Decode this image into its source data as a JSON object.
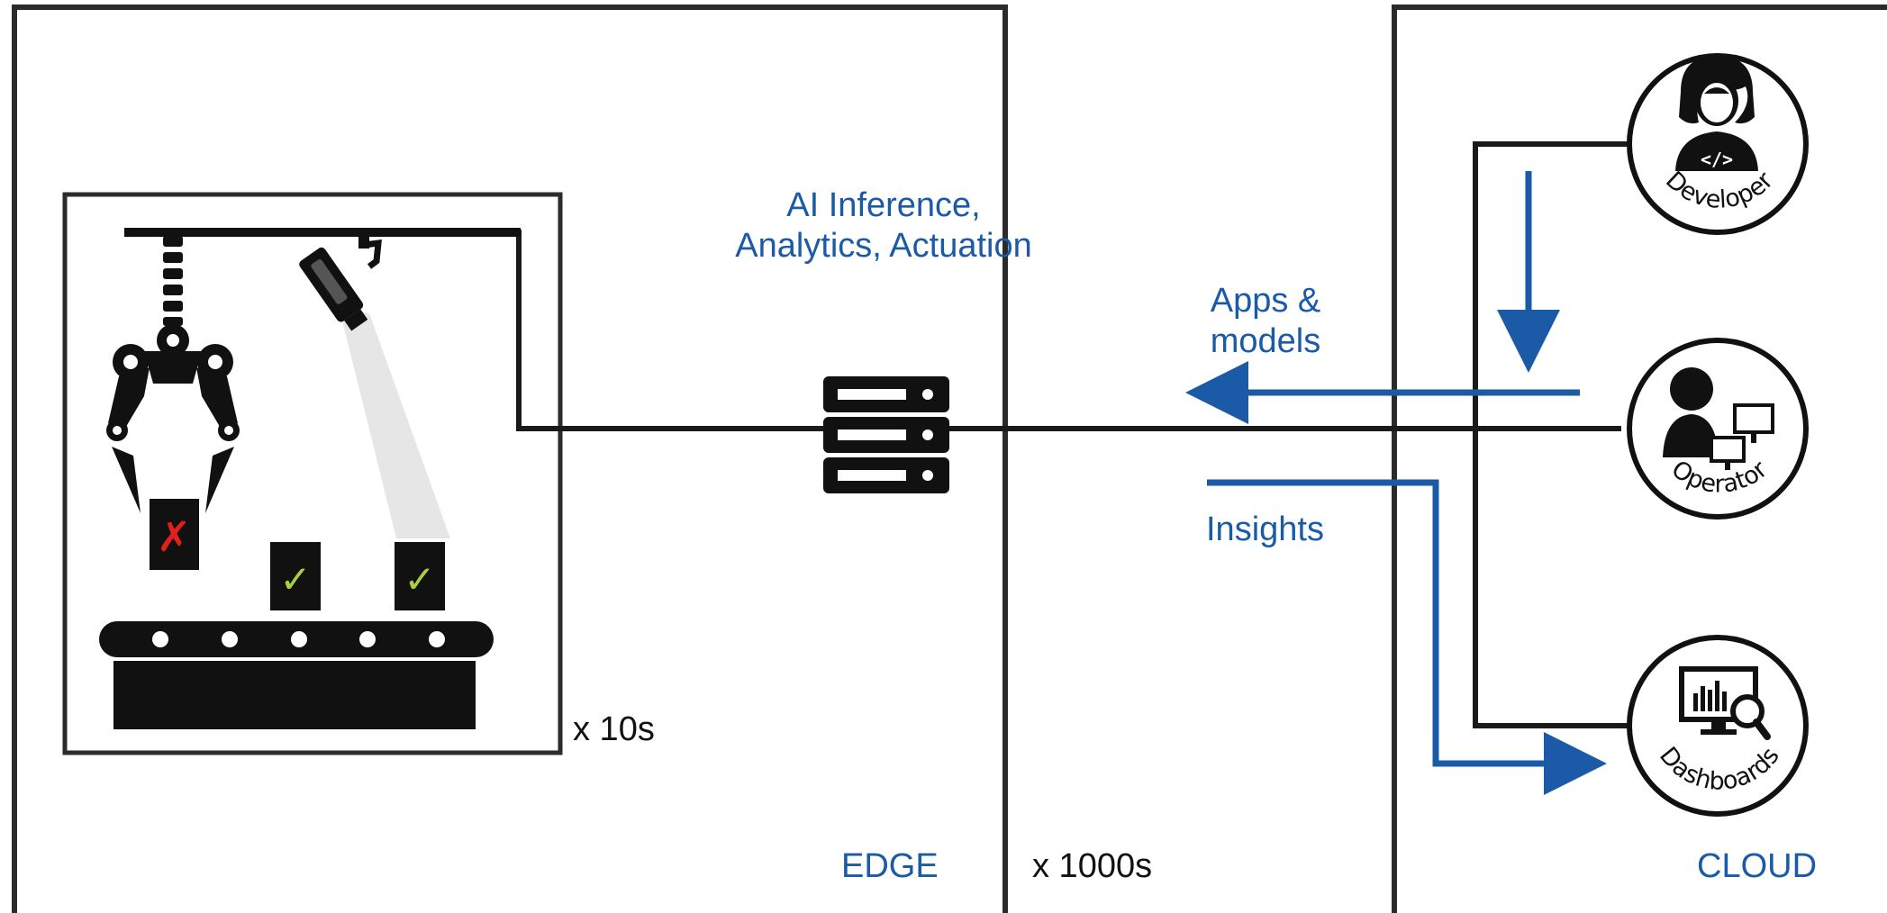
{
  "labels": {
    "edge": "EDGE",
    "cloud": "CLOUD",
    "edge_count": "x 1000s",
    "factory_count": "x 10s",
    "ai_line1": "AI Inference,",
    "ai_line2": "Analytics, Actuation",
    "apps_line1": "Apps &",
    "apps_line2": "models",
    "insights": "Insights"
  },
  "roles": {
    "developer": "Developer",
    "operator": "Operator",
    "dashboards": "Dashboards"
  },
  "marks": {
    "reject": "✗",
    "pass": "✓"
  },
  "colors": {
    "accent": "#1a5aa6",
    "line": "#111111",
    "reject": "#e0201b",
    "pass": "#a8d03c"
  }
}
